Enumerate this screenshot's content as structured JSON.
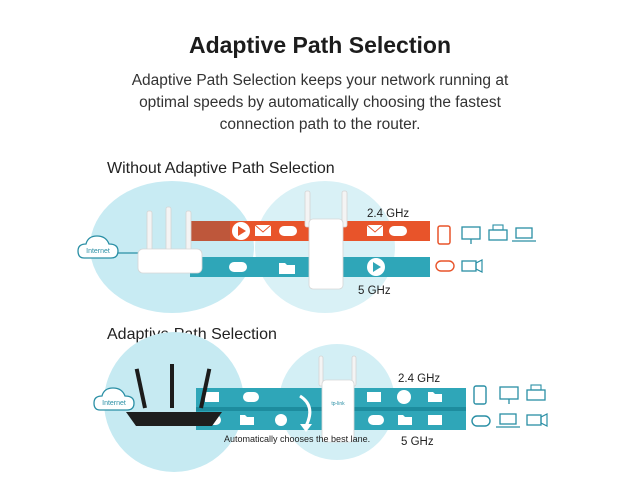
{
  "page": {
    "title": "Adaptive Path Selection",
    "description_lines": [
      "Adaptive Path Selection keeps your network running at",
      "optimal speeds by automatically choosing the fastest",
      "connection path to the router."
    ]
  },
  "without_section": {
    "heading": "Without Adaptive Path Selection",
    "internet_label": "Internet",
    "band_top": "2.4 GHz",
    "band_bottom": "5 GHz"
  },
  "with_section": {
    "heading": "Adaptive Path Selection",
    "internet_label": "Internet",
    "band_top": "2.4 GHz",
    "band_bottom": "5 GHz",
    "note": "Automatically chooses the best lane.",
    "brand_logo": "tp-link"
  },
  "colors": {
    "lane_congested": "#e8542a",
    "lane_clear": "#2fa6b8",
    "lane_teal_dark": "#1d8c9e",
    "glow": "#bfe7f0",
    "icon_stroke": "#2a8fa5"
  },
  "icons": {
    "devices_top": [
      "tablet-icon",
      "desktop-icon",
      "printer-icon",
      "laptop-icon"
    ],
    "devices_bottom": [
      "gamepad-icon",
      "camera-icon",
      "security-camera-icon"
    ],
    "lane_items": [
      "play-icon",
      "mail-icon",
      "gamepad-icon",
      "folder-icon"
    ]
  }
}
